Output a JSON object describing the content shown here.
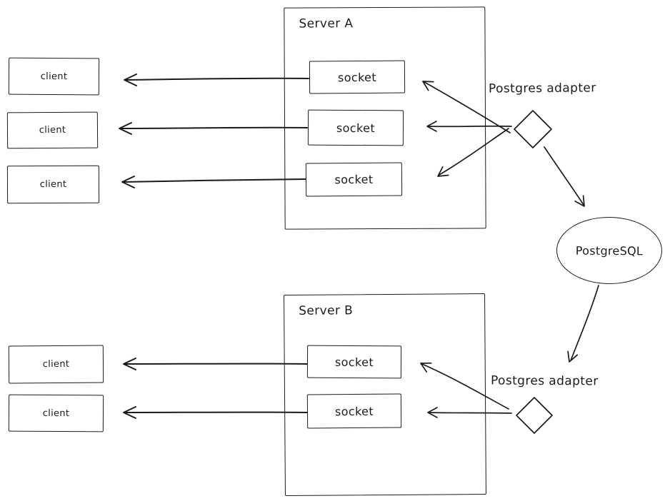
{
  "diagram": {
    "server_a": {
      "label": "Server A",
      "sockets": [
        "socket",
        "socket",
        "socket"
      ]
    },
    "server_b": {
      "label": "Server B",
      "sockets": [
        "socket",
        "socket"
      ]
    },
    "clients_top": [
      "client",
      "client",
      "client"
    ],
    "clients_bottom": [
      "client",
      "client"
    ],
    "adapters": {
      "top": {
        "label": "Postgres adapter",
        "shape": "diamond-icon"
      },
      "bottom": {
        "label": "Postgres adapter",
        "shape": "diamond-icon"
      }
    },
    "database": {
      "label": "PostgreSQL",
      "shape": "ellipse"
    },
    "colors": {
      "ink": "#1b1b1b",
      "background": "#ffffff"
    }
  }
}
